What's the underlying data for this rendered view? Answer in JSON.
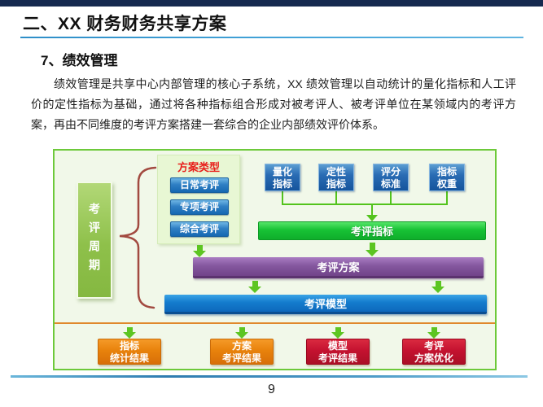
{
  "header": {
    "title": "二、XX 财务财务共享方案"
  },
  "section": {
    "heading": "7、绩效管理",
    "paragraph": "绩效管理是共享中心内部管理的核心子系统，XX 绩效管理以自动统计的量化指标和人工评价的定性指标为基础，通过将各种指标组合形成对被考评人、被考评单位在某领域内的考评方案，再由不同维度的考评方案搭建一套综合的企业内部绩效评价体系。"
  },
  "diagram": {
    "cycle_label": "考评周期",
    "plan_types": {
      "title": "方案类型",
      "items": [
        "日常考评",
        "专项考评",
        "综合考评"
      ]
    },
    "indicators": [
      {
        "line1": "量化",
        "line2": "指标"
      },
      {
        "line1": "定性",
        "line2": "指标"
      },
      {
        "line1": "评分",
        "line2": "标准"
      },
      {
        "line1": "指标",
        "line2": "权重"
      }
    ],
    "indicator_bar": "考评指标",
    "plan_bar": "考评方案",
    "model_bar": "考评模型",
    "results": [
      {
        "line1": "指标",
        "line2": "统计结果"
      },
      {
        "line1": "方案",
        "line2": "考评结果"
      },
      {
        "line1": "模型",
        "line2": "考评结果"
      },
      {
        "line1": "考评",
        "line2": "方案优化"
      }
    ]
  },
  "footer": {
    "page_number": "9"
  },
  "colors": {
    "top_bar_navy": "#16294f",
    "title_underline_blue": "#46a6da",
    "container_border_green": "#6dc93a",
    "container_bg": "#f1f8e9",
    "cycle_box_green": "#8ec04a",
    "brace_red": "#a24a40",
    "plan_type_title_red": "#e8201c",
    "button_blue": "#1668b2",
    "indicator_chip_blue": "#15549c",
    "indicator_bar_green": "#17c235",
    "plan_bar_purple": "#85589f",
    "model_bar_blue": "#147ccd",
    "divider_orange": "#e0882c",
    "result_orange": "#e8820c",
    "result_red": "#c41230",
    "arrow_green": "#5dc522",
    "footer_rule_blue": "#2f7cb0"
  }
}
